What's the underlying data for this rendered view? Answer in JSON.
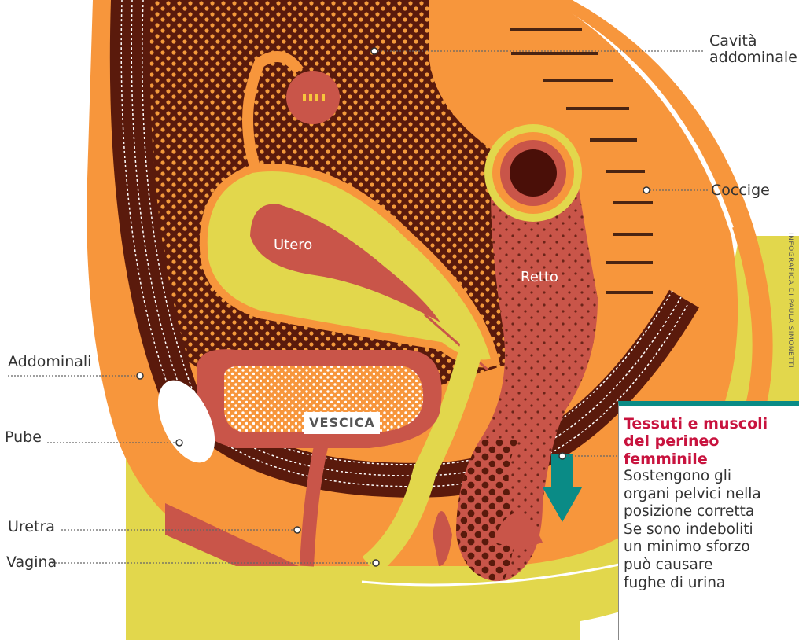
{
  "labels": {
    "cavita_line1": "Cavità",
    "cavita_line2": "addominale",
    "coccige": "Coccige",
    "addominali": "Addominali",
    "pube": "Pube",
    "uretra": "Uretra",
    "vagina": "Vagina",
    "utero": "Utero",
    "retto": "Retto",
    "vescica": "VESCICA"
  },
  "callout": {
    "title_lines": [
      "Tessuti e muscoli",
      "del perineo",
      "femminile"
    ],
    "body_lines": [
      "Sostengono gli",
      "organi pelvici nella",
      "posizione corretta",
      "Se sono indeboliti",
      "un minimo sforzo",
      "può causare",
      "fughe di urina"
    ]
  },
  "credit": "INFOGRAFICA DI PAULA SIMONETTI",
  "colors": {
    "orange": "#f7963c",
    "dark_brown": "#5a1a0c",
    "dots": "#f39a3c",
    "yellow": "#e2d74c",
    "red_organ": "#c95549",
    "teal_arrow": "#0a8b86",
    "callout_title": "#c8133e"
  }
}
